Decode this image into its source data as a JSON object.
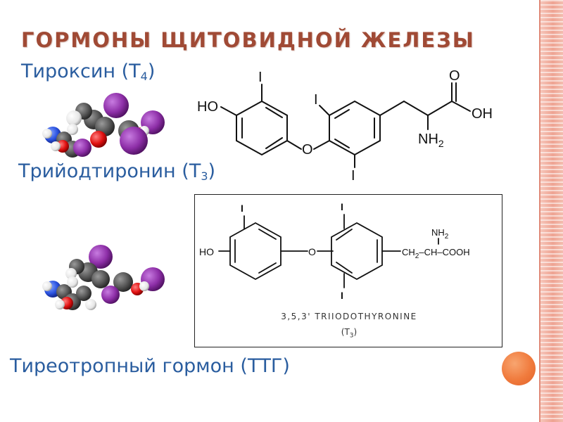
{
  "slide": {
    "title": "ГОРМОНЫ ЩИТОВИДНОЙ ЖЕЛЕЗЫ",
    "items": [
      {
        "name": "Тироксин (Т",
        "sub": "4",
        "suffix": ")"
      },
      {
        "name": "Трийодтиронин (Т",
        "sub": "3",
        "suffix": ")"
      },
      {
        "name": "Тиреотропный гормон (ТТГ)"
      }
    ]
  },
  "t4_structure": {
    "ho": "HO",
    "iodine": "I",
    "oxygen": "O",
    "carbonyl_o": "O",
    "oh": "OH",
    "nh2": "NH",
    "nh2_sub": "2"
  },
  "t3_structure": {
    "ho": "HO",
    "iodine": "I",
    "oxygen": "O",
    "chain": "CH",
    "chain_sub": "2",
    "chain_rest": "–CH–COOH",
    "nh2": "NH",
    "nh2_sub": "2",
    "caption": "3,5,3' TRIIODOTHYRONINE",
    "caption_sub": "(T",
    "caption_sub_num": "3",
    "caption_sub_end": ")"
  },
  "colors": {
    "title": "#a04a35",
    "label": "#2a5d9f",
    "iodine_atom": "#8e2fa8",
    "oxygen_atom": "#e01010",
    "nitrogen_atom": "#2a52e0",
    "carbon_atom": "#555555",
    "hydrogen_atom": "#f2f2f2",
    "accent_dot": "#f07a3c"
  }
}
